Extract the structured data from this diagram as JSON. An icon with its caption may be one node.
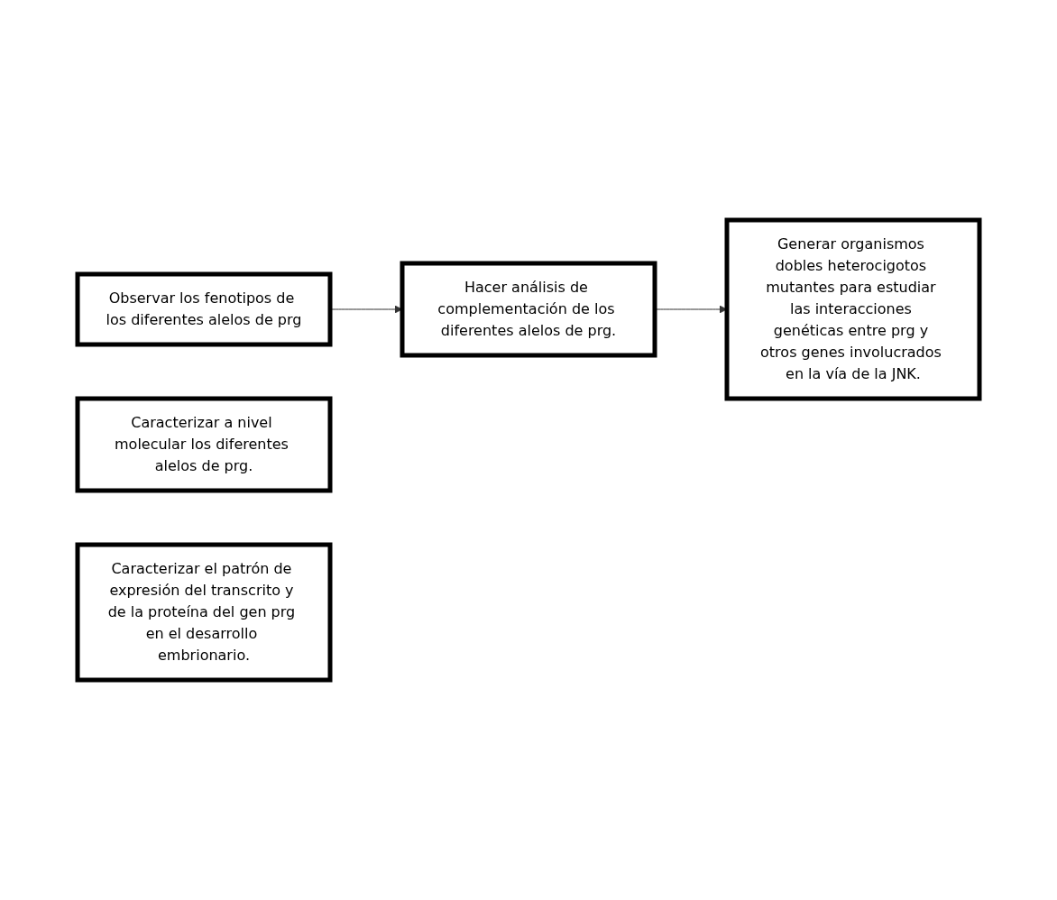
{
  "diagram": {
    "nodes": [
      {
        "text": [
          "Observar los fenotipos de los diferentes alelos de prg"
        ]
      },
      {
        "text": [
          "Hacer análisis de complementación de los diferentes alelos de prg."
        ]
      },
      {
        "text": [
          "Generar organismos dobles heterocigotos mutantes para estudiar las interacciones genéticas entre prg y otros genes involucrados en la vía de la JNK."
        ]
      },
      {
        "text": [
          "Caracterizar a nivel molecular los diferentes alelos de prg."
        ]
      },
      {
        "text": [
          "Caracterizar el patrón de expresión del transcrito y de la proteína del gen prg en el desarrollo embrionario."
        ]
      }
    ],
    "edges": [
      {
        "from": 0,
        "to": 1,
        "arrow": "to"
      },
      {
        "from": 1,
        "to": 2,
        "arrow": "to"
      }
    ]
  }
}
